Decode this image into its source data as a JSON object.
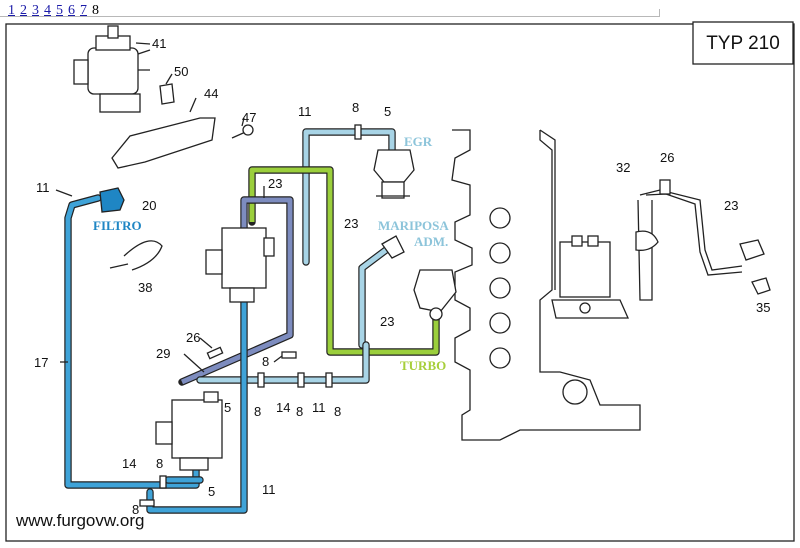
{
  "pager": {
    "links": [
      "1",
      "2",
      "3",
      "4",
      "5",
      "6",
      "7"
    ],
    "current": "8"
  },
  "diagram": {
    "model_label": "TYP 210",
    "watermark": "www.furgovw.org",
    "colored_labels": {
      "filtro": "FILTRO",
      "egr": "EGR",
      "mariposa": "MARIPOSA",
      "adm": "ADM.",
      "turbo": "TURBO"
    },
    "label_colors": {
      "filtro": "#1f86c4",
      "egr": "#8cc4da",
      "mariposa": "#8cc4da",
      "turbo": "#a7cf3a"
    },
    "callouts": {
      "c41": "41",
      "c50": "50",
      "c44": "44",
      "c47": "47",
      "c11_top": "11",
      "c8_top": "8",
      "c5_top": "5",
      "c11_left": "11",
      "c20": "20",
      "c23_a": "23",
      "c23_b": "23",
      "c38": "38",
      "c23_c": "23",
      "c26": "26",
      "c29": "29",
      "c8_mid": "8",
      "c17": "17",
      "c5_mid": "5",
      "c8_b1": "8",
      "c14_b": "14",
      "c8_b2": "8",
      "c11_b": "11",
      "c8_b3": "8",
      "c14_low": "14",
      "c8_low": "8",
      "c5_low": "5",
      "c8_bl": "8",
      "c11_low": "11",
      "c32": "32",
      "c26_r": "26",
      "c23_r": "23",
      "c35": "35"
    }
  }
}
